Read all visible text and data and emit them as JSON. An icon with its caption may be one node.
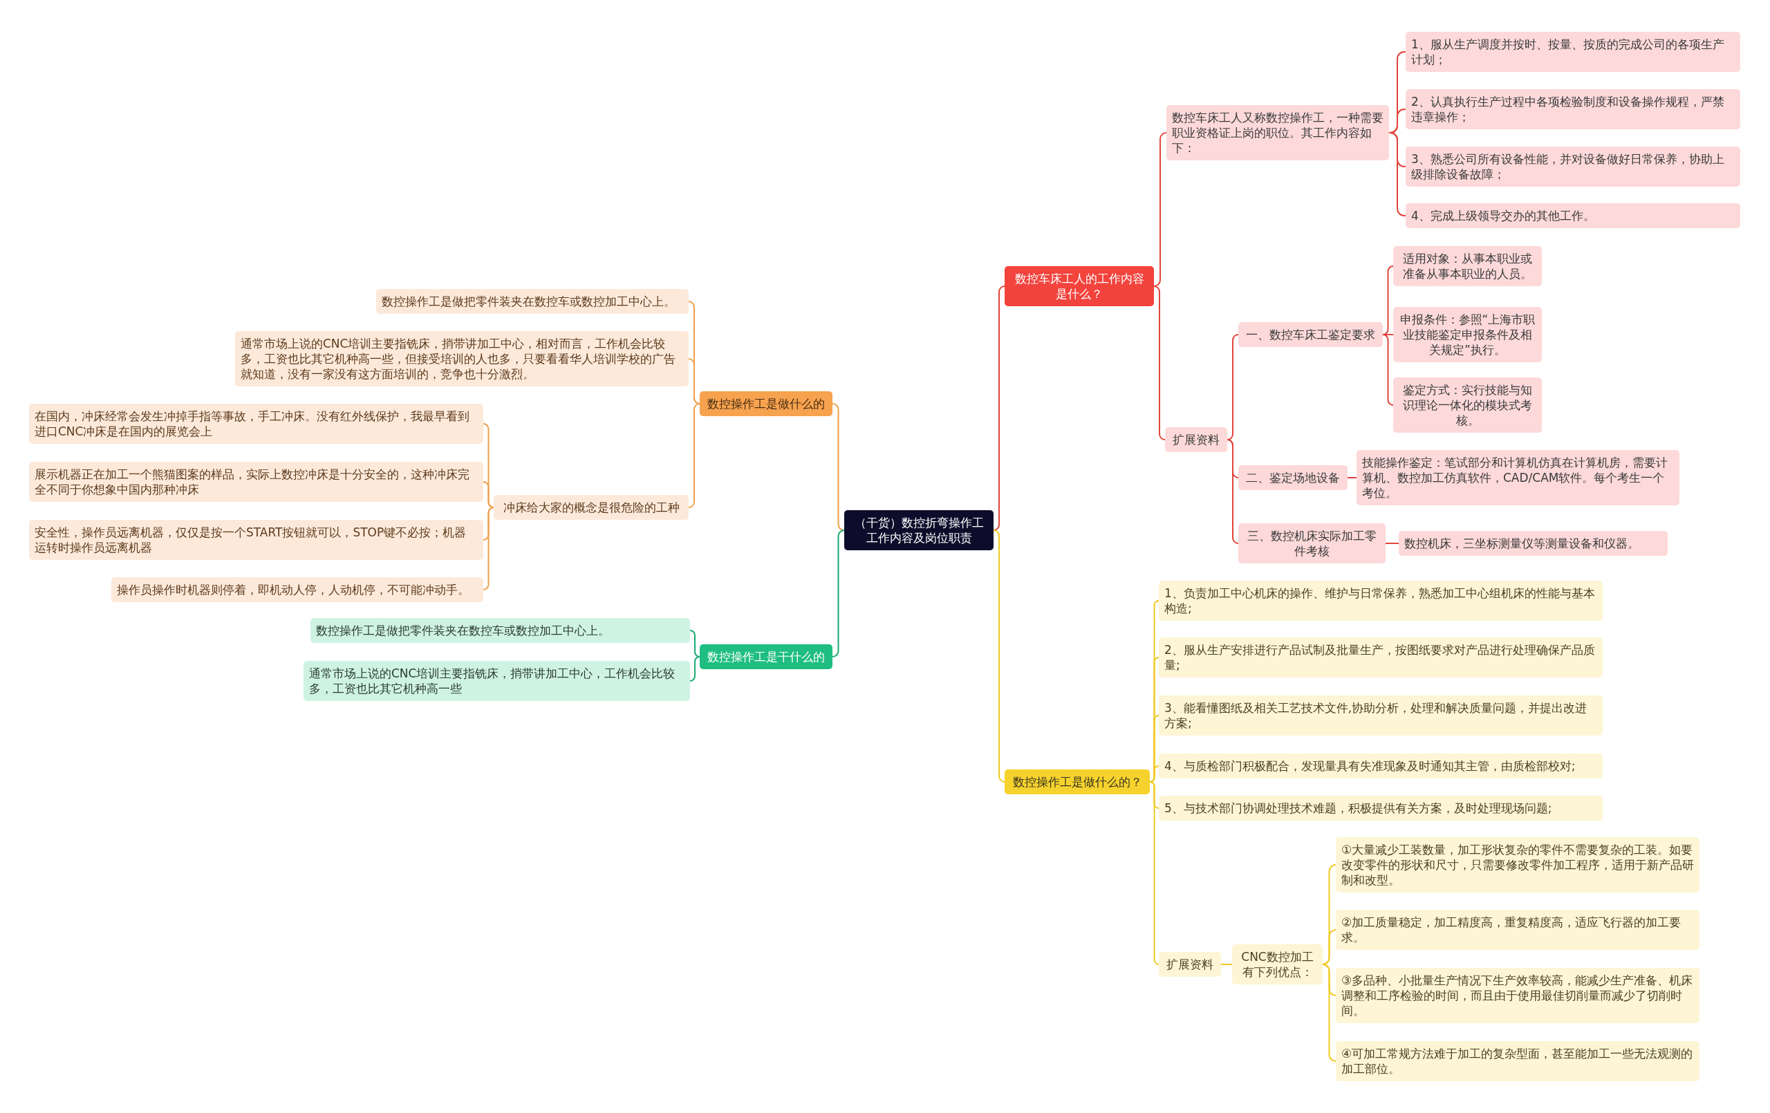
{
  "diagram": {
    "nodes": [
      {
        "text": [
          "（干货）数控折弯操作工工作内容及岗位职责"
        ]
      },
      {
        "text": [
          "数控车床工人的工作内容是什么？"
        ]
      },
      {
        "text": [
          "数控车床工人又称数控操作工，一种需要职业资格证上岗的职位。其工作内容如下："
        ]
      },
      {
        "text": [
          "1、服从生产调度并按时、按量、按质的完成公司的各项生产计划；"
        ]
      },
      {
        "text": [
          "2、认真执行生产过程中各项检验制度和设备操作规程，严禁违章操作；"
        ]
      },
      {
        "text": [
          "3、熟悉公司所有设备性能，并对设备做好日常保养，协助上级排除设备故障；"
        ]
      },
      {
        "text": [
          "4、完成上级领导交办的其他工作。"
        ]
      },
      {
        "text": [
          "扩展资料"
        ]
      },
      {
        "text": [
          "一、数控车床工鉴定要求"
        ]
      },
      {
        "text": [
          "适用对象：从事本职业或准备从事本职业的人员。"
        ]
      },
      {
        "text": [
          "申报条件：参照“上海市职业技能鉴定申报条件及相关规定”执行。"
        ]
      },
      {
        "text": [
          "鉴定方式：实行技能与知识理论一体化的模块式考核。"
        ]
      },
      {
        "text": [
          "二、鉴定场地设备"
        ]
      },
      {
        "text": [
          "技能操作鉴定：笔试部分和计算机仿真在计算机房，需要计算机、数控加工仿真软件，CAD/CAM软件。每个考生一个考位。"
        ]
      },
      {
        "text": [
          "三、数控机床实际加工零件考核"
        ]
      },
      {
        "text": [
          "数控机床，三坐标测量仪等测量设备和仪器。"
        ]
      },
      {
        "text": [
          "数控操作工是做什么的？"
        ]
      },
      {
        "text": [
          "1、负责加工中心机床的操作、维护与日常保养，熟悉加工中心组机床的性能与基本构造;"
        ]
      },
      {
        "text": [
          "2、服从生产安排进行产品试制及批量生产，按图纸要求对产品进行处理确保产品质量;"
        ]
      },
      {
        "text": [
          "3、能看懂图纸及相关工艺技术文件,协助分析，处理和解决质量问题，并提出改进方案;"
        ]
      },
      {
        "text": [
          "4、与质检部门积极配合，发现量具有失准现象及时通知其主管，由质检部校对;"
        ]
      },
      {
        "text": [
          "5、与技术部门协调处理技术难题，积极提供有关方案，及时处理现场问题;"
        ]
      },
      {
        "text": [
          "扩展资料"
        ]
      },
      {
        "text": [
          "CNC数控加工有下列优点："
        ]
      },
      {
        "text": [
          "①大量减少工装数量，加工形状复杂的零件不需要复杂的工装。如要改变零件的形状和尺寸，只需要修改零件加工程序，适用于新产品研制和改型。"
        ]
      },
      {
        "text": [
          "②加工质量稳定，加工精度高，重复精度高，适应飞行器的加工要求。"
        ]
      },
      {
        "text": [
          "③多品种、小批量生产情况下生产效率较高，能减少生产准备、机床调整和工序检验的时间，而且由于使用最佳切削量而减少了切削时间。"
        ]
      },
      {
        "text": [
          "④可加工常规方法难于加工的复杂型面，甚至能加工一些无法观测的加工部位。"
        ]
      },
      {
        "text": [
          "数控操作工是做什么的"
        ]
      },
      {
        "text": [
          "数控操作工是做把零件装夹在数控车或数控加工中心上。"
        ]
      },
      {
        "text": [
          "通常市场上说的CNC培训主要指铣床，捎带讲加工中心，相对而言，工作机会比较多，工资也比其它机种高一些，但接受培训的人也多，只要看看华人培训学校的广告就知道，没有一家没有这方面培训的，竞争也十分激烈。"
        ]
      },
      {
        "text": [
          "冲床给大家的概念是很危险的工种"
        ]
      },
      {
        "text": [
          "在国内，冲床经常会发生冲掉手指等事故，手工冲床。没有红外线保护，我最早看到进口CNC冲床是在国内的展览会上"
        ]
      },
      {
        "text": [
          "展示机器正在加工一个熊猫图案的样品，实际上数控冲床是十分安全的，这种冲床完全不同于你想象中国内那种冲床"
        ]
      },
      {
        "text": [
          "安全性，操作员远离机器，仅仅是按一个START按钮就可以，STOP键不必按；机器运转时操作员远离机器"
        ]
      },
      {
        "text": [
          "操作员操作时机器则停着，即机动人停，人动机停，不可能冲动手。"
        ]
      },
      {
        "text": [
          "数控操作工是干什么的"
        ]
      },
      {
        "text": [
          "数控操作工是做把零件装夹在数控车或数控加工中心上。"
        ]
      },
      {
        "text": [
          "通常市场上说的CNC培训主要指铣床，捎带讲加工中心，工作机会比较多，工资也比其它机种高一些"
        ]
      }
    ],
    "edges": [
      {
        "from": 0,
        "to": 1,
        "arrow": "none"
      },
      {
        "from": 1,
        "to": 2,
        "arrow": "none"
      },
      {
        "from": 2,
        "to": 3,
        "arrow": "none"
      },
      {
        "from": 2,
        "to": 4,
        "arrow": "none"
      },
      {
        "from": 2,
        "to": 5,
        "arrow": "none"
      },
      {
        "from": 2,
        "to": 6,
        "arrow": "none"
      },
      {
        "from": 1,
        "to": 7,
        "arrow": "none"
      },
      {
        "from": 7,
        "to": 8,
        "arrow": "none"
      },
      {
        "from": 8,
        "to": 9,
        "arrow": "none"
      },
      {
        "from": 8,
        "to": 10,
        "arrow": "none"
      },
      {
        "from": 8,
        "to": 11,
        "arrow": "none"
      },
      {
        "from": 7,
        "to": 12,
        "arrow": "none"
      },
      {
        "from": 12,
        "to": 13,
        "arrow": "none"
      },
      {
        "from": 7,
        "to": 14,
        "arrow": "none"
      },
      {
        "from": 14,
        "to": 15,
        "arrow": "none"
      },
      {
        "from": 0,
        "to": 16,
        "arrow": "none",
        "color": "#f0c920"
      },
      {
        "from": 16,
        "to": 17,
        "arrow": "none",
        "color": "#f0c920"
      },
      {
        "from": 16,
        "to": 18,
        "arrow": "none",
        "color": "#f0c920"
      },
      {
        "from": 16,
        "to": 19,
        "arrow": "none",
        "color": "#f0c920"
      },
      {
        "from": 16,
        "to": 20,
        "arrow": "none",
        "color": "#f0c920"
      },
      {
        "from": 16,
        "to": 21,
        "arrow": "none",
        "color": "#f0c920"
      },
      {
        "from": 16,
        "to": 22,
        "arrow": "none",
        "color": "#f0c920"
      },
      {
        "from": 22,
        "to": 23,
        "arrow": "none",
        "color": "#f0c920"
      },
      {
        "from": 23,
        "to": 24,
        "arrow": "none",
        "color": "#f0c920"
      },
      {
        "from": 23,
        "to": 25,
        "arrow": "none",
        "color": "#f0c920"
      },
      {
        "from": 23,
        "to": 26,
        "arrow": "none",
        "color": "#f0c920"
      },
      {
        "from": 23,
        "to": 27,
        "arrow": "none",
        "color": "#f0c920"
      },
      {
        "from": 0,
        "to": 28,
        "arrow": "none",
        "color": "#eea04c"
      },
      {
        "from": 28,
        "to": 29,
        "arrow": "none",
        "color": "#eea04c"
      },
      {
        "from": 28,
        "to": 30,
        "arrow": "none",
        "color": "#eea04c"
      },
      {
        "from": 28,
        "to": 31,
        "arrow": "none",
        "color": "#eea04c"
      },
      {
        "from": 31,
        "to": 32,
        "arrow": "none",
        "color": "#eea04c"
      },
      {
        "from": 31,
        "to": 33,
        "arrow": "none",
        "color": "#eea04c"
      },
      {
        "from": 31,
        "to": 34,
        "arrow": "none",
        "color": "#eea04c"
      },
      {
        "from": 31,
        "to": 35,
        "arrow": "none",
        "color": "#eea04c"
      },
      {
        "from": 0,
        "to": 36,
        "arrow": "none",
        "color": "#1aaa72"
      },
      {
        "from": 36,
        "to": 37,
        "arrow": "none",
        "color": "#1aaa72"
      },
      {
        "from": 36,
        "to": 38,
        "arrow": "none",
        "color": "#1aaa72"
      }
    ]
  }
}
